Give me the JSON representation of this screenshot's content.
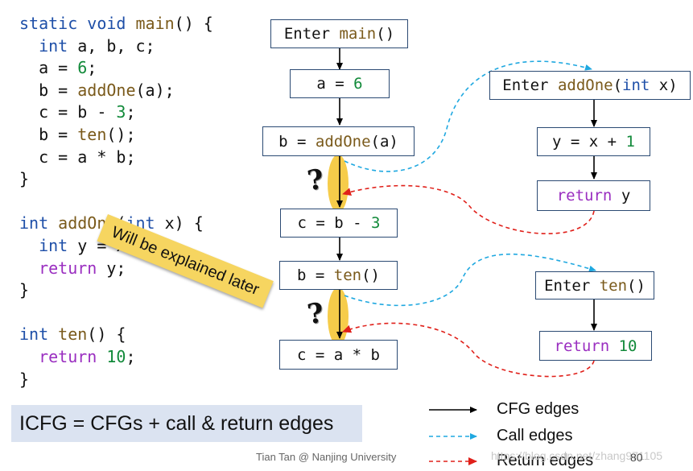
{
  "code": {
    "main_decl": [
      "static void ",
      "main",
      "() {"
    ],
    "main_l1": [
      "  int",
      " a, b, c;"
    ],
    "main_l2": [
      "  a = ",
      "6",
      ";"
    ],
    "main_l3": [
      "  b = ",
      "addOne",
      "(a);"
    ],
    "main_l4": [
      "  c = b - ",
      "3",
      ";"
    ],
    "main_l5": [
      "  b = ",
      "ten",
      "();"
    ],
    "main_l6": "  c = a * b;",
    "main_close": "}",
    "add_decl": [
      "int ",
      "addOne",
      "(",
      "int",
      " x) {"
    ],
    "add_l1": [
      "  int",
      " y = x + ",
      "1",
      ";"
    ],
    "add_l2": [
      "  return",
      " y;"
    ],
    "add_close": "}",
    "ten_decl": [
      "int ",
      "ten",
      "() {"
    ],
    "ten_l1": [
      "  return ",
      "10",
      ";"
    ],
    "ten_close": "}"
  },
  "cfg": {
    "enter_main": [
      "Enter ",
      "main",
      "()"
    ],
    "a6": [
      "a = ",
      "6"
    ],
    "b_addone": [
      "b = ",
      "addOne",
      "(a)"
    ],
    "c_b3": [
      "c = b - ",
      "3"
    ],
    "b_ten": [
      "b = ",
      "ten",
      "()"
    ],
    "c_ab": "c = a * b",
    "enter_addone": [
      "Enter ",
      "addOne",
      "(",
      "int",
      " x)"
    ],
    "y_x1": [
      "y = x + ",
      "1"
    ],
    "return_y": [
      "return",
      " y"
    ],
    "enter_ten": [
      "Enter ",
      "ten",
      "()"
    ],
    "return_10": [
      "return ",
      "10"
    ]
  },
  "question_mark": "?",
  "sticky_note": "Will be explained later",
  "summary": "ICFG = CFGs + call & return edges",
  "legend": {
    "cfg_edges": "CFG edges",
    "call_edges": "Call edges",
    "return_edges": "Return edges"
  },
  "footer": {
    "credit": "Tian Tan @ Nanjing University",
    "page_number": "80"
  },
  "watermark": "https://blog.csdn.net/zhang971105",
  "colors": {
    "keyword": "#1e4fa8",
    "function_name": "#7a5a1b",
    "number": "#128a3a",
    "return_keyword": "#9a2ec0",
    "cfg_edge": "#000000",
    "call_edge": "#1fa8e0",
    "return_edge": "#e0201a",
    "highlight": "#f6cc4a",
    "sticky": "#f6d560",
    "summary_bg": "#dbe3f1"
  }
}
